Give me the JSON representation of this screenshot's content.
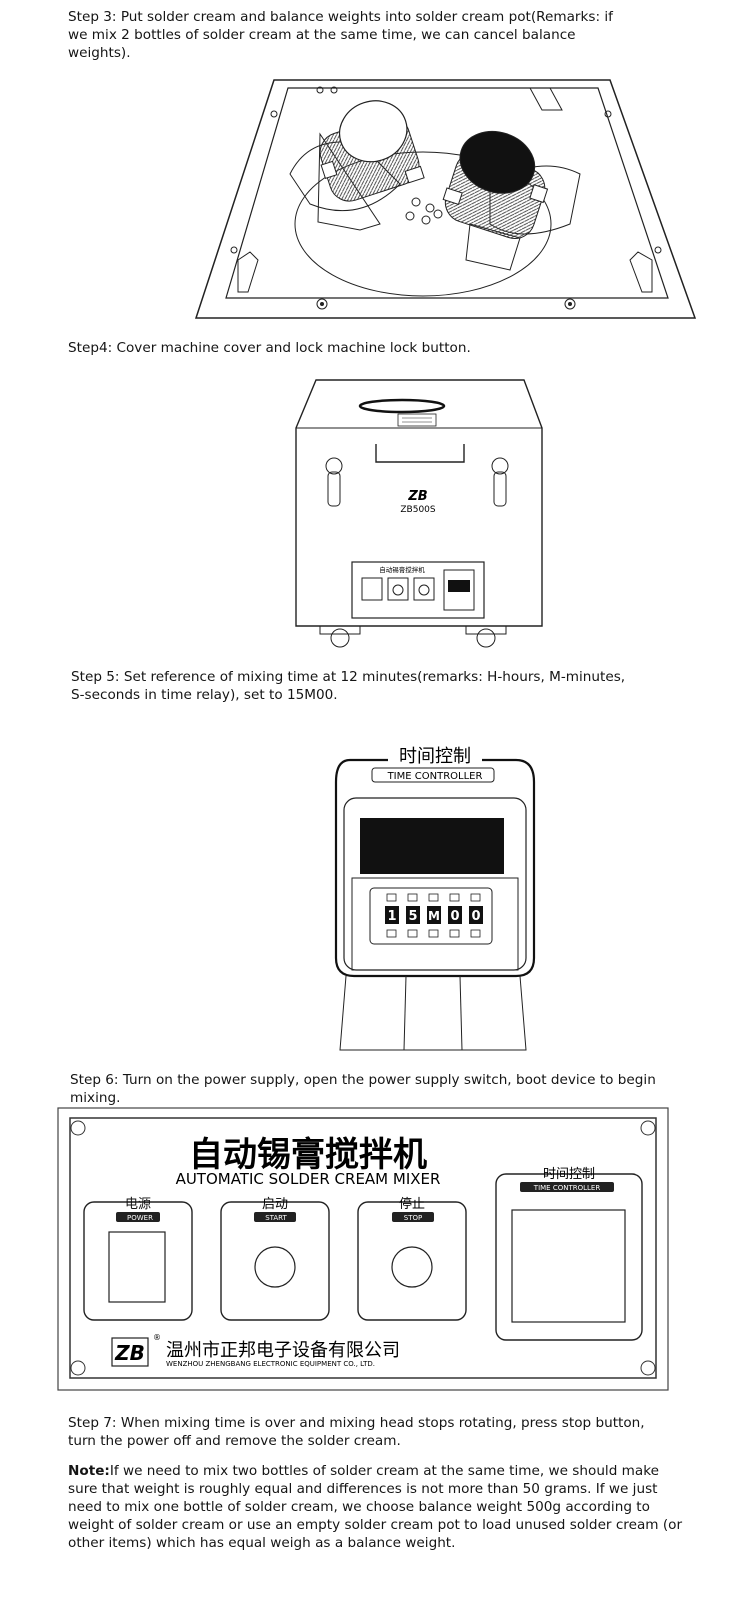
{
  "steps": {
    "step3": "Step 3: Put solder cream and balance weights into solder cream pot(Remarks: if we mix 2 bottles of solder cream at the same time, we can cancel balance weights).",
    "step4": "Step4: Cover machine cover and lock machine lock button.",
    "step5": "Step 5: Set reference of mixing time at 12 minutes(remarks: H-hours, M-minutes, S-seconds in time relay), set to 15M00.",
    "step6": "Step 6: Turn on the power supply, open the power supply switch, boot device to begin mixing.",
    "step7": "Step 7: When mixing time is over and mixing head stops rotating, press stop button, turn the power off and remove the solder cream."
  },
  "note": {
    "label": "Note:",
    "text": "If we need to mix two bottles of solder cream at the same time, we should make sure that weight is roughly equal and differences is not more than 50 grams. If we just need to mix one bottle of solder cream, we choose balance weight 500g according to weight of solder cream or use an empty solder cream pot to load unused solder cream (or other items) which has equal weigh as a balance weight."
  },
  "machine": {
    "model": "ZB500S",
    "logo": "ZB",
    "front_label": "自动锡膏搅拌机"
  },
  "timer": {
    "title_cn": "时间控制",
    "title_en": "TIME CONTROLLER",
    "digits": [
      "1",
      "5",
      "M",
      "0",
      "0"
    ]
  },
  "panel": {
    "title_cn": "自动锡膏搅拌机",
    "title_en": "AUTOMATIC SOLDER CREAM MIXER",
    "power_cn": "电源",
    "power_en": "POWER",
    "start_cn": "启动",
    "start_en": "START",
    "stop_cn": "停止",
    "stop_en": "STOP",
    "timer_cn": "时间控制",
    "timer_en": "TIME CONTROLLER",
    "company_cn": "温州市正邦电子设备有限公司",
    "company_en": "WENZHOU ZHENGBANG ELECTRONIC EQUIPMENT CO., LTD.",
    "logo": "ZB",
    "reg": "®"
  }
}
